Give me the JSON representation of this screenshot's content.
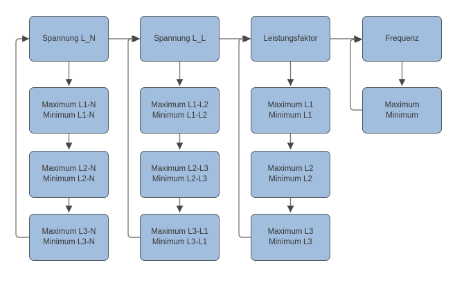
{
  "diagram": {
    "type": "flowchart",
    "columns": [
      {
        "header": "Spannung L_N",
        "items": [
          {
            "line1": "Maximum L1-N",
            "line2": "Minimum L1-N"
          },
          {
            "line1": "Maximum L2-N",
            "line2": "Minimum L2-N"
          },
          {
            "line1": "Maximum L3-N",
            "line2": "Minimum L3-N"
          }
        ]
      },
      {
        "header": "Spannung L_L",
        "items": [
          {
            "line1": "Maximum L1-L2",
            "line2": "Minimum L1-L2"
          },
          {
            "line1": "Maximum L2-L3",
            "line2": "Minimum L2-L3"
          },
          {
            "line1": "Maximum L3-L1",
            "line2": "Minimum L3-L1"
          }
        ]
      },
      {
        "header": "Leistungsfaktor",
        "items": [
          {
            "line1": "Maximum L1",
            "line2": "Minimum L1"
          },
          {
            "line1": "Maximum L2",
            "line2": "Minimum L2"
          },
          {
            "line1": "Maximum L3",
            "line2": "Minimum L3"
          }
        ]
      },
      {
        "header": "Frequenz",
        "items": [
          {
            "line1": "Maximum",
            "line2": "Minimum"
          }
        ]
      }
    ],
    "connections": {
      "header_chain": [
        "Spannung L_N > Spannung L_L",
        "Spannung L_L > Leistungsfaktor",
        "Leistungsfaktor > Frequenz"
      ],
      "within_column": "header > item1 > item2 > item3",
      "feedback": "last item loops back to column header (left side)"
    },
    "colors": {
      "box_fill": "#a2bede",
      "box_border": "#555a60",
      "line": "#7d7d7d",
      "arrowhead": "#464646",
      "text": "#363636",
      "background": "#ffffff"
    }
  }
}
